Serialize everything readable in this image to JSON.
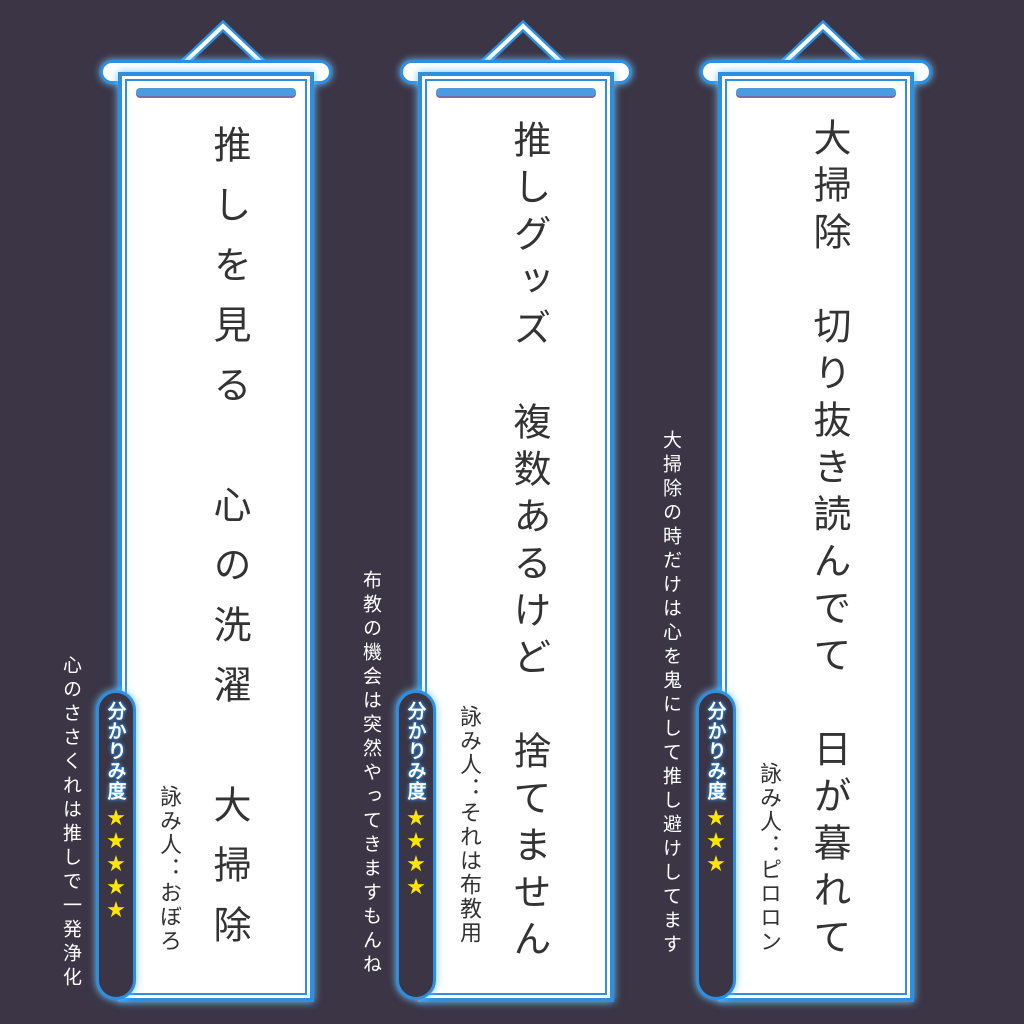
{
  "scrolls": [
    {
      "poem": "推しを見る　心の洗濯　大掃除",
      "author": "詠み人：おぼろ",
      "comment": "心のささくれは推しで一発浄化",
      "badge_label": "分かりみ度",
      "stars": 5
    },
    {
      "poem": "推しグッズ　複数あるけど　捨てません",
      "author": "詠み人：それは布教用",
      "comment": "布教の機会は突然やってきますもんね",
      "badge_label": "分かりみ度",
      "stars": 4
    },
    {
      "poem": "大掃除　切り抜き読んでて　日が暮れて",
      "author": "詠み人：ピロロン",
      "comment": "大掃除の時だけは心を鬼にして推し避けしてます",
      "badge_label": "分かりみ度",
      "stars": 3
    }
  ],
  "colors": {
    "background": "#3b3545",
    "frame": "#2e8fe0",
    "star": "#ffe600"
  }
}
